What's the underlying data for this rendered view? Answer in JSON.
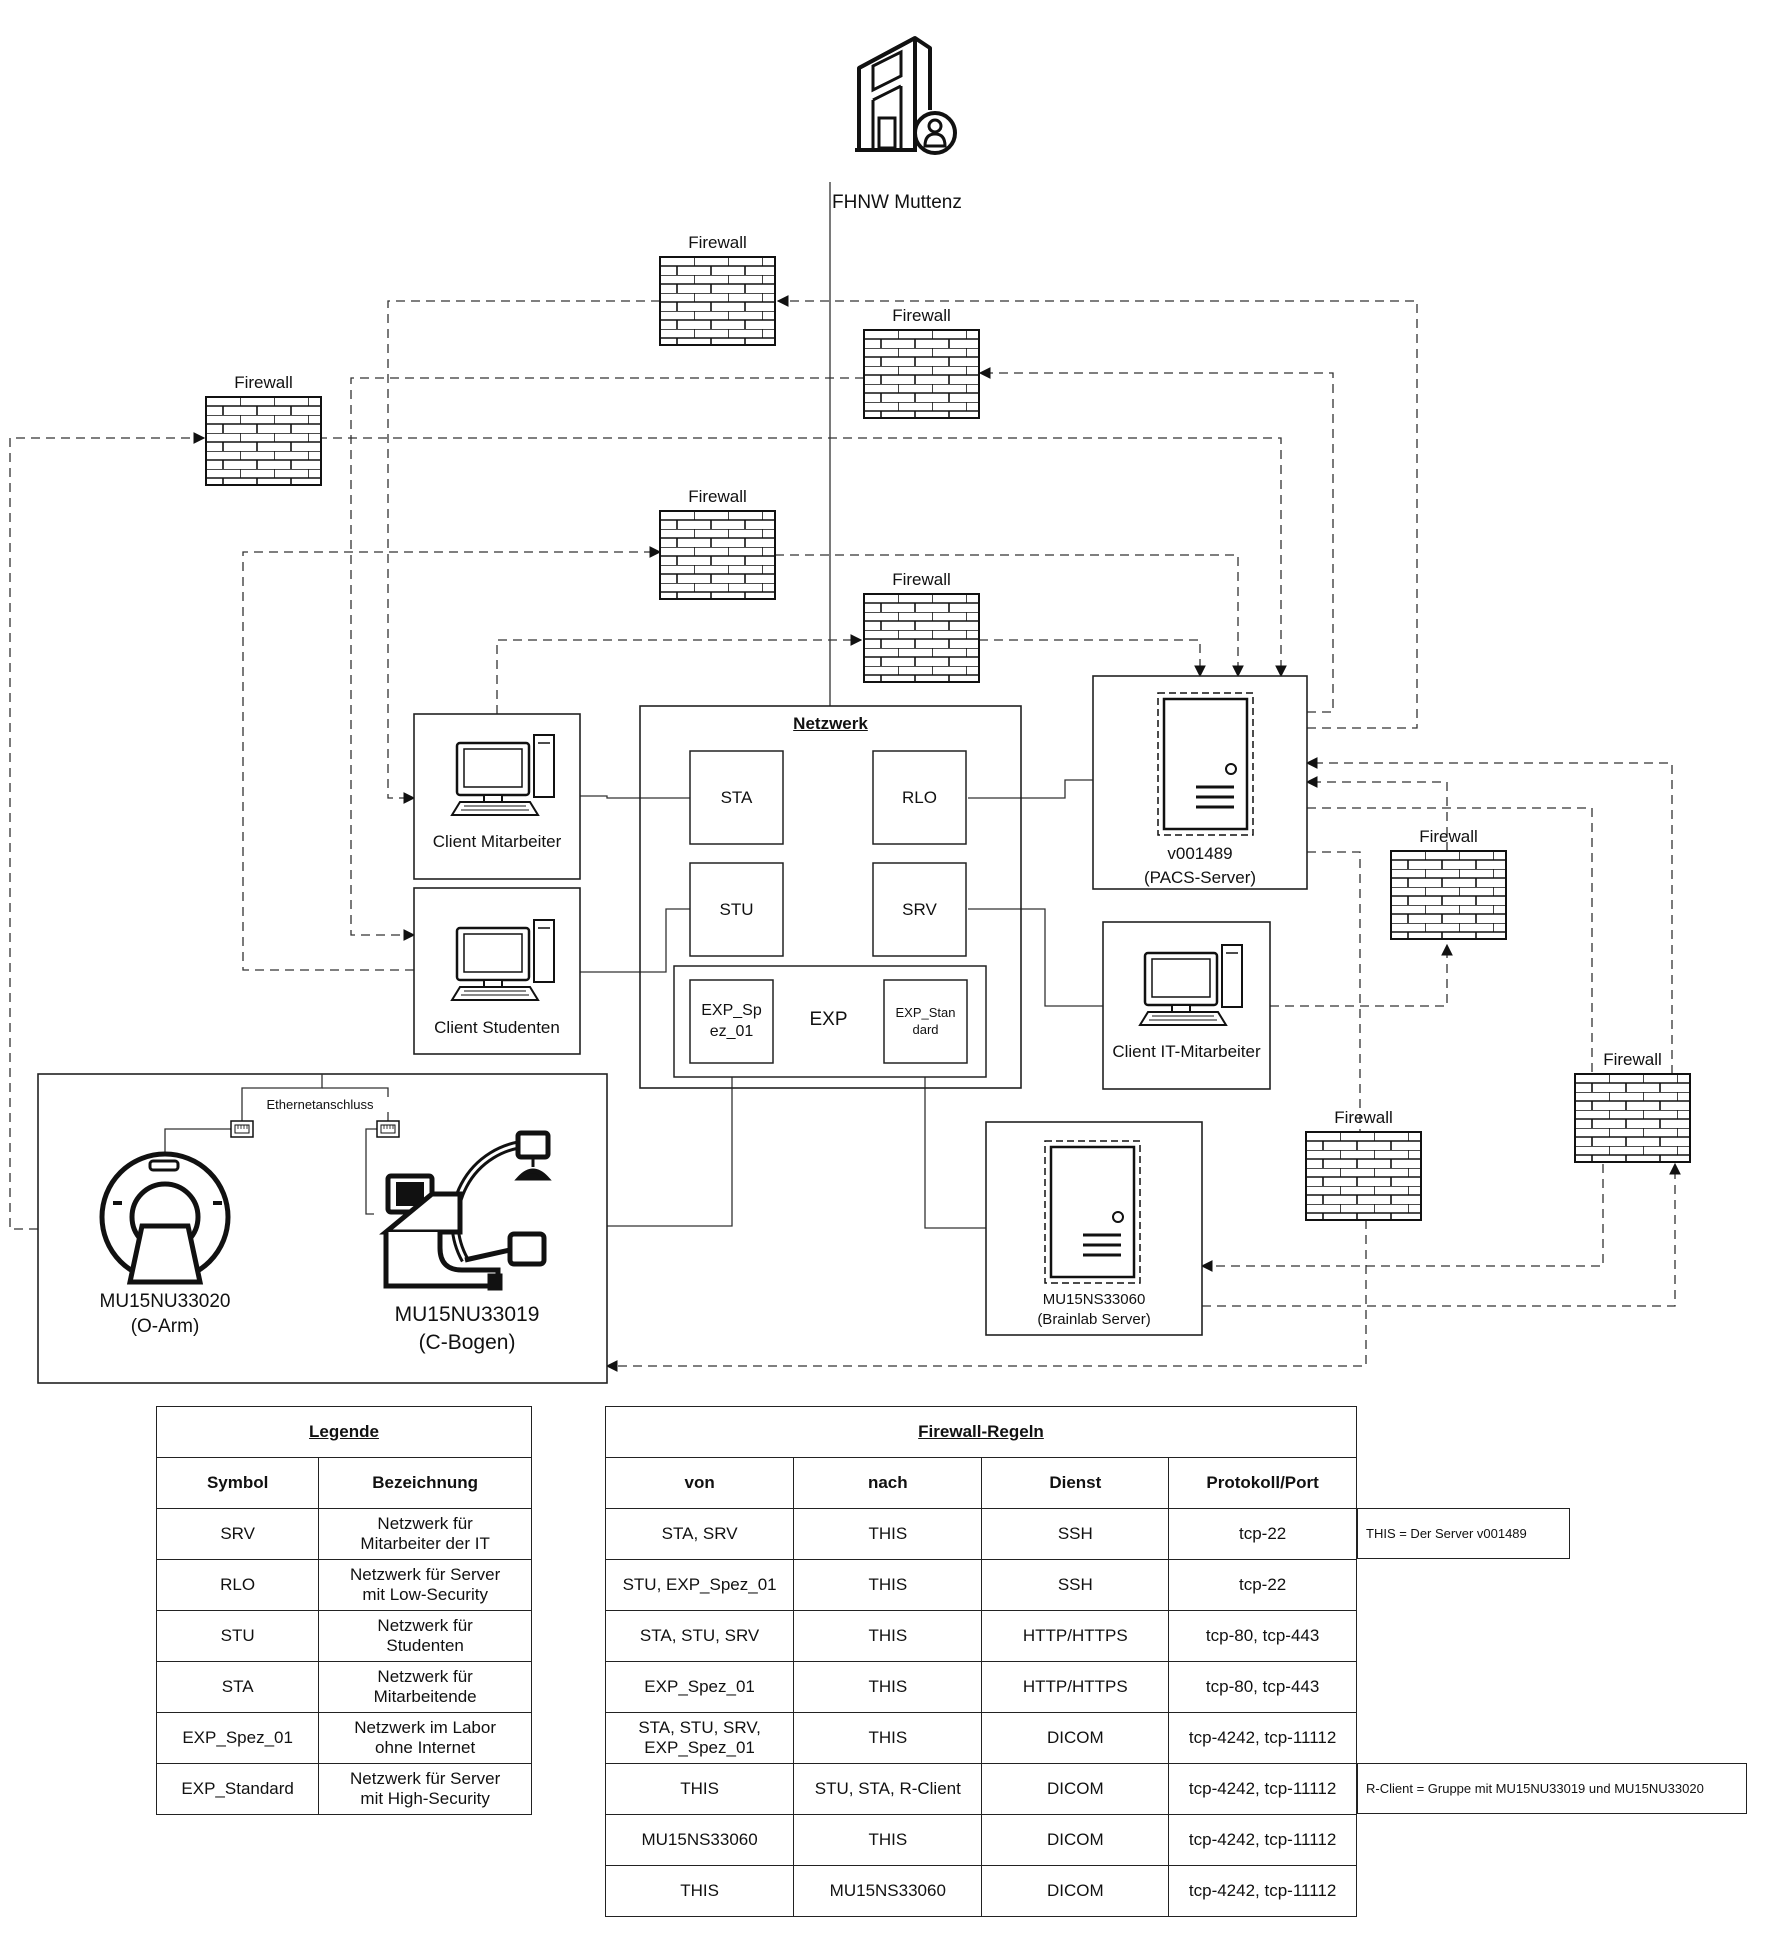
{
  "campus": {
    "label": "FHNW Muttenz"
  },
  "firewall_label": "Firewall",
  "network": {
    "title": "Netzwerk",
    "zones": {
      "sta": "STA",
      "rlo": "RLO",
      "stu": "STU",
      "srv": "SRV",
      "exp": "EXP",
      "exp_spez": "EXP_Sp\nez_01",
      "exp_standard": "EXP_Stan\ndard"
    }
  },
  "clients": {
    "mitarbeiter": "Client Mitarbeiter",
    "studenten": "Client Studenten",
    "it": "Client IT-Mitarbeiter"
  },
  "servers": {
    "pacs": {
      "name": "v001489",
      "role": "(PACS-Server)"
    },
    "brainlab": {
      "name": "MU15NS33060",
      "role": "(Brainlab Server)"
    }
  },
  "lab": {
    "ethernet": "Ethernetanschluss",
    "oarm": {
      "name": "MU15NU33020",
      "role": "(O-Arm)"
    },
    "cbogen": {
      "name": "MU15NU33019",
      "role": "(C-Bogen)"
    }
  },
  "legend": {
    "title": "Legende",
    "headers": [
      "Symbol",
      "Bezeichnung"
    ],
    "rows": [
      [
        "SRV",
        "Netzwerk für\nMitarbeiter der IT"
      ],
      [
        "RLO",
        "Netzwerk für Server\nmit Low-Security"
      ],
      [
        "STU",
        "Netzwerk für\nStudenten"
      ],
      [
        "STA",
        "Netzwerk für\nMitarbeitende"
      ],
      [
        "EXP_Spez_01",
        "Netzwerk im Labor\nohne Internet"
      ],
      [
        "EXP_Standard",
        "Netzwerk für Server\nmit High-Security"
      ]
    ]
  },
  "rules": {
    "title": "Firewall-Regeln",
    "headers": [
      "von",
      "nach",
      "Dienst",
      "Protokoll/Port"
    ],
    "rows": [
      [
        "STA, SRV",
        "THIS",
        "SSH",
        "tcp-22"
      ],
      [
        "STU, EXP_Spez_01",
        "THIS",
        "SSH",
        "tcp-22"
      ],
      [
        "STA, STU, SRV",
        "THIS",
        "HTTP/HTTPS",
        "tcp-80, tcp-443"
      ],
      [
        "EXP_Spez_01",
        "THIS",
        "HTTP/HTTPS",
        "tcp-80, tcp-443"
      ],
      [
        "STA, STU, SRV,\nEXP_Spez_01",
        "THIS",
        "DICOM",
        "tcp-4242, tcp-11112"
      ],
      [
        "THIS",
        "STU, STA, R-Client",
        "DICOM",
        "tcp-4242, tcp-11112"
      ],
      [
        "MU15NS33060",
        "THIS",
        "DICOM",
        "tcp-4242, tcp-11112"
      ],
      [
        "THIS",
        "MU15NS33060",
        "DICOM",
        "tcp-4242, tcp-11112"
      ]
    ],
    "notes": {
      "this": "THIS = Der Server v001489",
      "rclient": "R-Client = Gruppe mit MU15NU33019 und MU15NU33020"
    }
  }
}
